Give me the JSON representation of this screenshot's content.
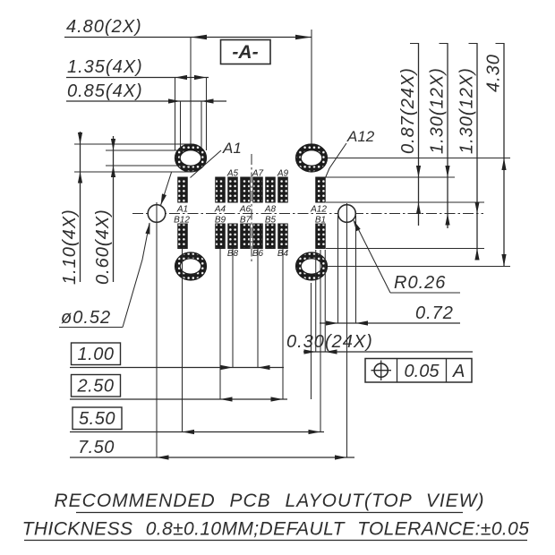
{
  "drawing": {
    "titles": {
      "line1": "RECOMMENDED PCB LAYOUT(TOP VIEW)",
      "line2": "THICKNESS 0.8±0.10MM;DEFAULT TOLERANCE:±0.05"
    },
    "datum_flag": "-A-",
    "dims": {
      "oval_pitch": "4.80(2X)",
      "oval_width": "1.35(4X)",
      "hole_width": "0.85(4X)",
      "oval_height": "1.10(4X)",
      "hole_height": "0.60(4X)",
      "pad_length": "0.87(24X)",
      "row_a_offset": "1.30(12X)",
      "row_b_offset": "1.30(12X)",
      "span_vertical": "4.30",
      "via_diameter": "ø0.52",
      "via_radius": "R0.26",
      "end_gap": "0.72",
      "pad_width": "0.30(24X)",
      "pitch_small": "1.00",
      "pitch_mid": "2.50",
      "span_pads": "5.50",
      "span_vias": "7.50"
    },
    "fcf": {
      "symbol": "position",
      "tolerance": "0.05",
      "datum_ref": "A"
    },
    "callouts": {
      "a1": "A1",
      "a12": "A12"
    },
    "pad_labels": {
      "top_below": [
        "A1",
        "A4",
        "A6",
        "A8",
        "A12"
      ],
      "top_above": [
        "A5",
        "A7",
        "A9"
      ],
      "bottom_above": [
        "B12",
        "B9",
        "B7",
        "B5",
        "B1"
      ],
      "bottom_below": [
        "B8",
        "B6",
        "B4"
      ]
    }
  }
}
